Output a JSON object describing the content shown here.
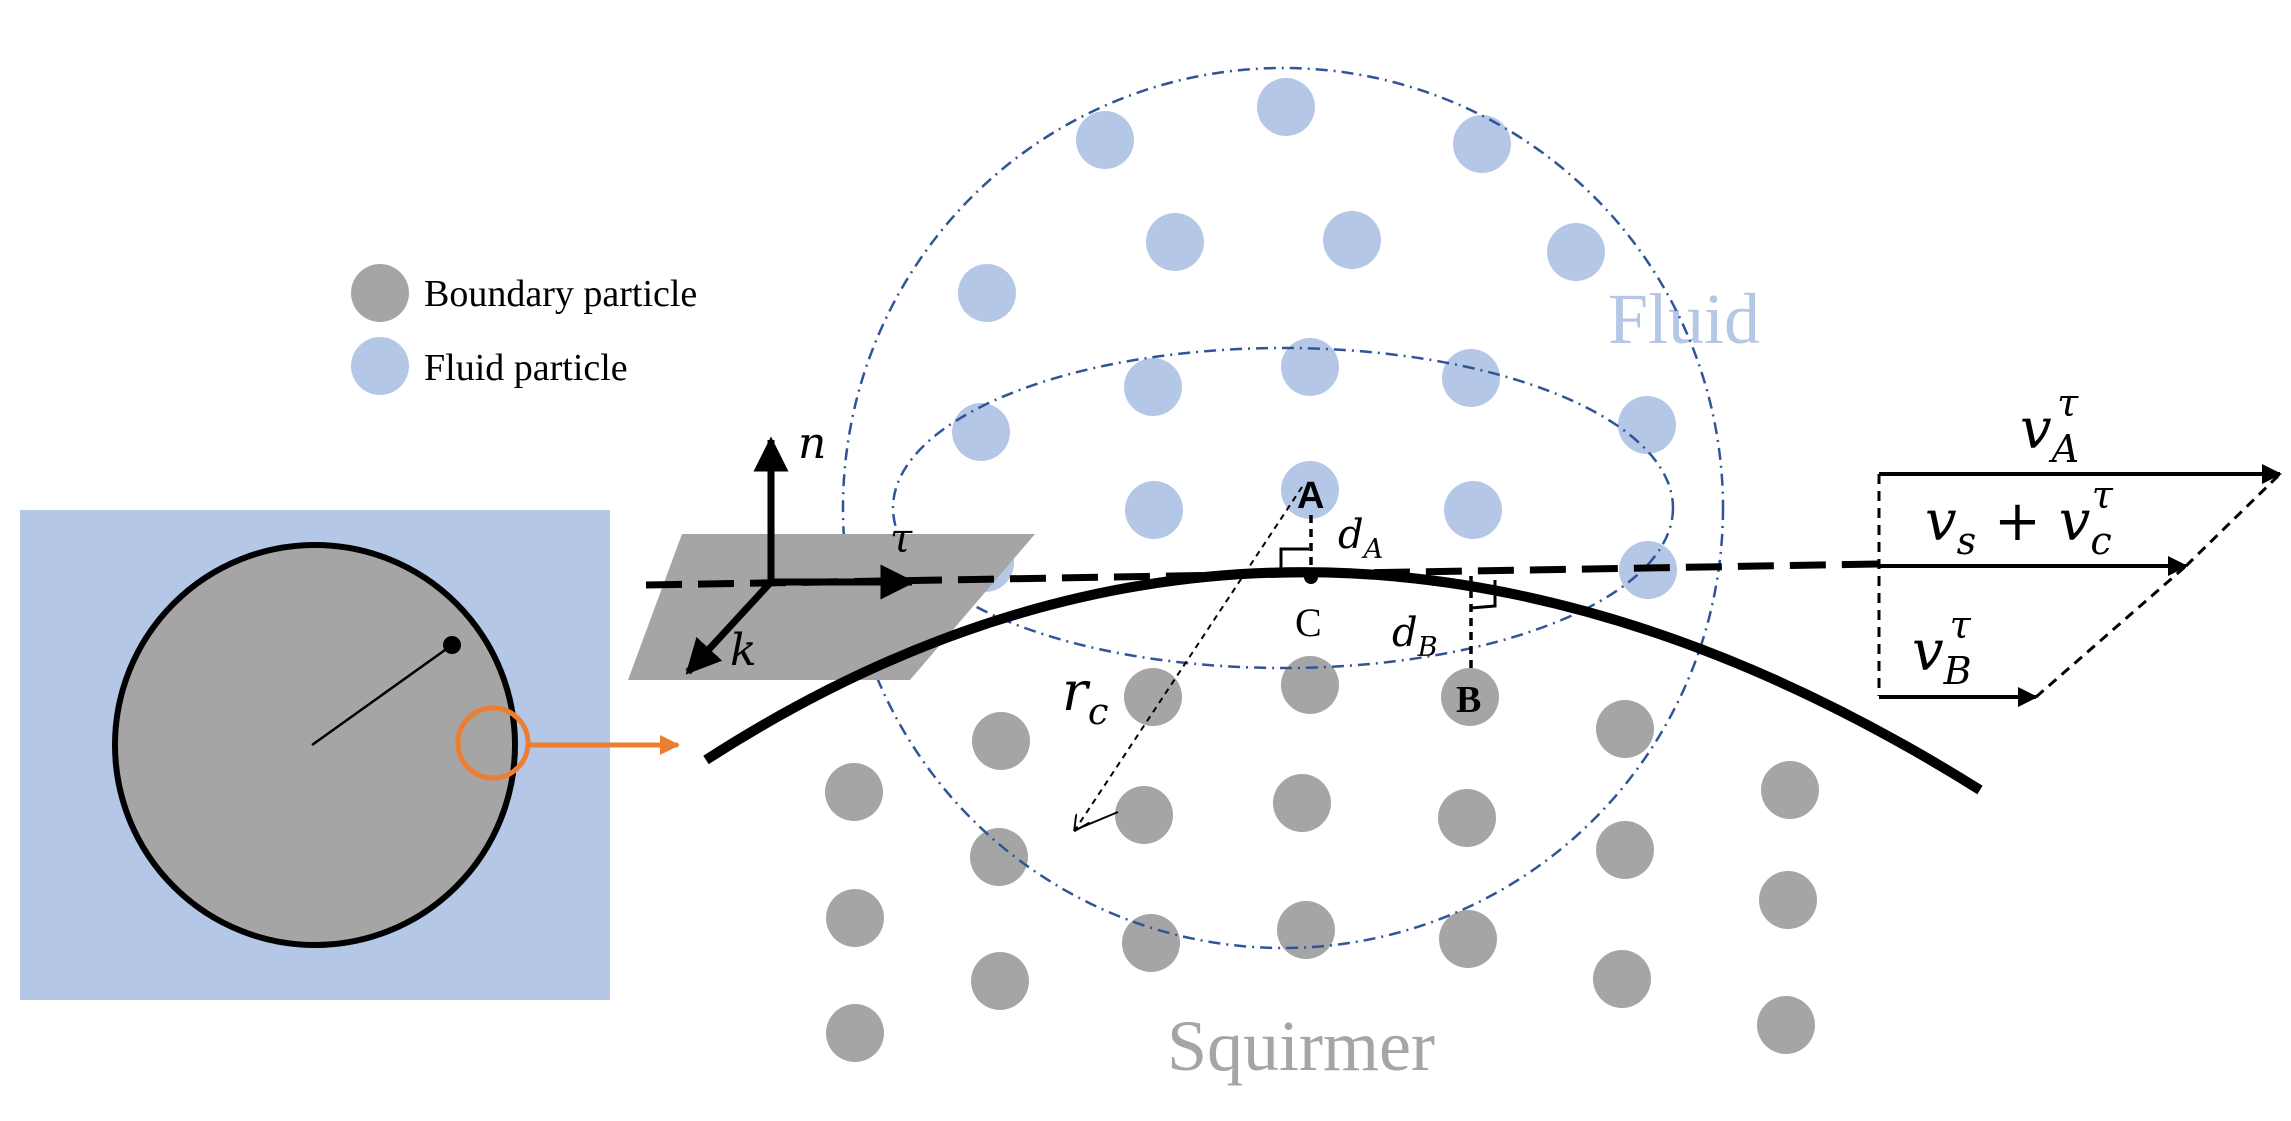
{
  "legend": {
    "items": [
      {
        "label": "Boundary particle",
        "color": "#a5a5a5"
      },
      {
        "label": "Fluid particle",
        "color": "#b4c7e7"
      }
    ]
  },
  "regions": {
    "fluid": {
      "label": "Fluid",
      "color": "#b4c7e7"
    },
    "squirmer": {
      "label": "Squirmer",
      "color": "#a5a5a5"
    }
  },
  "axes": {
    "n": "n",
    "tau": "τ",
    "k": "k"
  },
  "points": {
    "A": "A",
    "B": "B",
    "C": "C"
  },
  "distances": {
    "dA": {
      "base": "d",
      "sub": "A"
    },
    "dB": {
      "base": "d",
      "sub": "B"
    },
    "rc": {
      "base": "r",
      "sub": "c"
    }
  },
  "velocities": {
    "vA": {
      "base": "v",
      "sub": "A",
      "sup": "τ"
    },
    "vs_plus_vc": {
      "base1": "v",
      "sub1": "s",
      "op": " + ",
      "base2": "v",
      "sub2": "c",
      "sup2": "τ"
    },
    "vB": {
      "base": "v",
      "sub": "B",
      "sup": "τ"
    }
  },
  "colors": {
    "fluid": "#b4c7e7",
    "boundary": "#a5a5a5",
    "zoom_accent": "#ed7d31",
    "cutoff_circle": "#2f5597",
    "tangent_plane": "#a5a5a5",
    "inset_background": "#b4c7e7"
  },
  "icons": [
    "arrow-right-icon",
    "coordinate-axes-icon"
  ]
}
